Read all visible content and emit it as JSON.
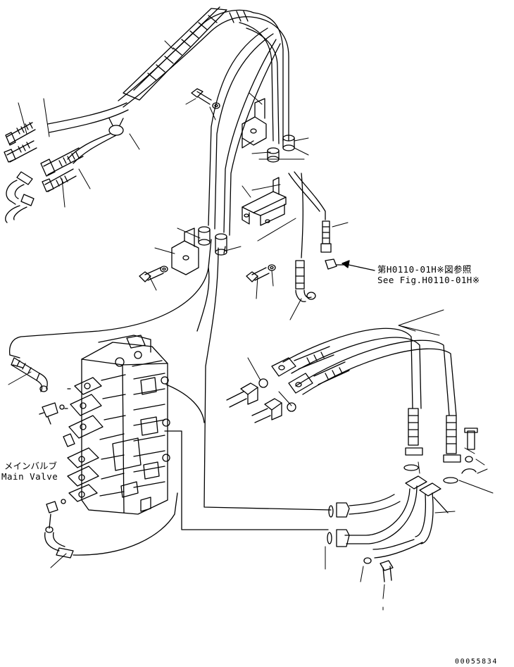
{
  "diagram": {
    "reference": {
      "japanese": "第H0110-01H※図参照",
      "english": "See Fig.H0110-01H※"
    },
    "main_valve": {
      "japanese": "メインバルブ",
      "english": "Main Valve"
    },
    "figure_number": "00055834",
    "line_color": "#000000",
    "background": "#ffffff"
  }
}
